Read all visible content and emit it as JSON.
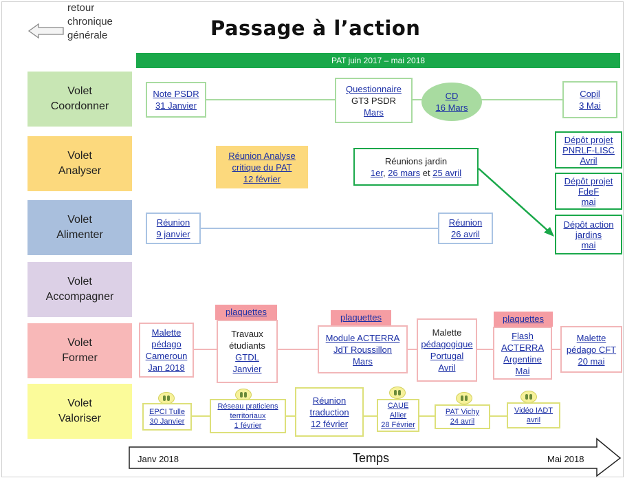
{
  "back": {
    "lines": [
      "retour",
      "chronique",
      "générale"
    ]
  },
  "title": "Passage à l’action",
  "period": "PAT juin 2017 – mai 2018",
  "volets": [
    {
      "l1": "Volet",
      "l2": "Coordonner",
      "color": "#c8e6b4"
    },
    {
      "l1": "Volet",
      "l2": "Analyser",
      "color": "#fcd97d"
    },
    {
      "l1": "Volet",
      "l2": "Alimenter",
      "color": "#a9bfdd"
    },
    {
      "l1": "Volet",
      "l2": "Accompagner",
      "color": "#dcd0e6"
    },
    {
      "l1": "Volet",
      "l2": "Former",
      "color": "#f8b8b8"
    },
    {
      "l1": "Volet",
      "l2": "Valoriser",
      "color": "#fbfb9a"
    }
  ],
  "coordonner": {
    "note": [
      "Note PSDR",
      "31 Janvier"
    ],
    "questionnaire": [
      "Questionnaire",
      "GT3 PSDR",
      "Mars"
    ],
    "cd": [
      "CD",
      "16 Mars"
    ],
    "copil": [
      "Copil",
      "3 Mai"
    ]
  },
  "analyser": {
    "reunion_analyse": [
      "Réunion Analyse",
      "critique du PAT",
      "12 février"
    ],
    "jardin_title": "Réunions jardin",
    "jardin_d1": "1er",
    "jardin_sep": ", ",
    "jardin_d2": "26 mars",
    "jardin_et": " et ",
    "jardin_d3": "25 avril",
    "depot1": [
      "Dépôt projet",
      "PNRLF-LISC",
      "Avril"
    ],
    "depot2": [
      "Dépôt projet",
      "FdeF",
      "mai"
    ],
    "depot3": [
      "Dépôt action",
      "jardins",
      "mai"
    ]
  },
  "alimenter": {
    "r1": [
      "Réunion",
      "9 janvier"
    ],
    "r2": [
      "Réunion",
      "26 avril"
    ]
  },
  "former": {
    "tag": "plaquettes",
    "malette1": [
      "Malette",
      "pédago",
      "Cameroun",
      "Jan 2018"
    ],
    "travaux": [
      "Travaux",
      "étudiants",
      "GTDL",
      "Janvier"
    ],
    "module": [
      "Module ACTERRA",
      "JdT Roussillon",
      "Mars"
    ],
    "malette2": [
      "Malette",
      "pédagogique",
      "Portugal",
      "Avril"
    ],
    "flash": [
      "Flash",
      "ACTERRA",
      "Argentine",
      "Mai"
    ],
    "malette3": [
      "Malette",
      "pédago CFT",
      "20 mai"
    ]
  },
  "valoriser": {
    "epci": [
      "EPCI Tulle",
      "30 Janvier"
    ],
    "reseau": [
      "Réseau praticiens",
      "territoriaux",
      "1 février"
    ],
    "reunion": [
      "Réunion",
      "traduction",
      "12 février"
    ],
    "caue": [
      "CAUE",
      "Allier",
      "28 Février"
    ],
    "pat": [
      "PAT Vichy",
      "24 avril"
    ],
    "video": [
      "Vidéo IADT",
      "avril"
    ]
  },
  "timeline": {
    "start": "Janv 2018",
    "label": "Temps",
    "end": "Mai 2018"
  }
}
